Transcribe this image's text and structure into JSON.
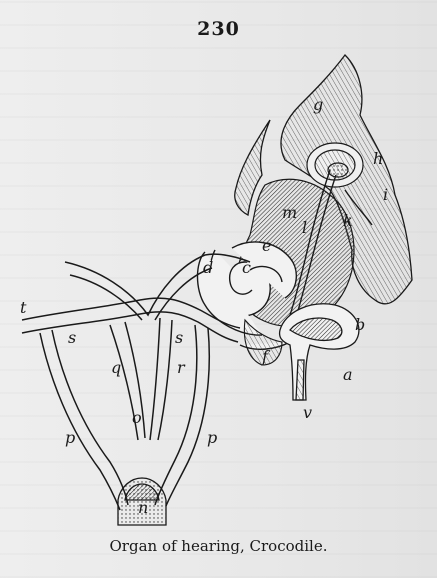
{
  "page_number": "230",
  "caption": "Organ of hearing, Crocodile.",
  "figure": {
    "labels": {
      "g": "g",
      "h": "h",
      "i": "i",
      "k": "k",
      "l": "l",
      "m": "m",
      "c": "c",
      "d": "d",
      "e": "e",
      "b": "b",
      "a": "a",
      "f": "f",
      "v": "v",
      "t": "t",
      "s1": "s",
      "s2": "s",
      "q": "q",
      "r": "r",
      "o": "o",
      "p1": "p",
      "p2": "p",
      "n": "n"
    },
    "ink_color": "#1a1a1a"
  }
}
